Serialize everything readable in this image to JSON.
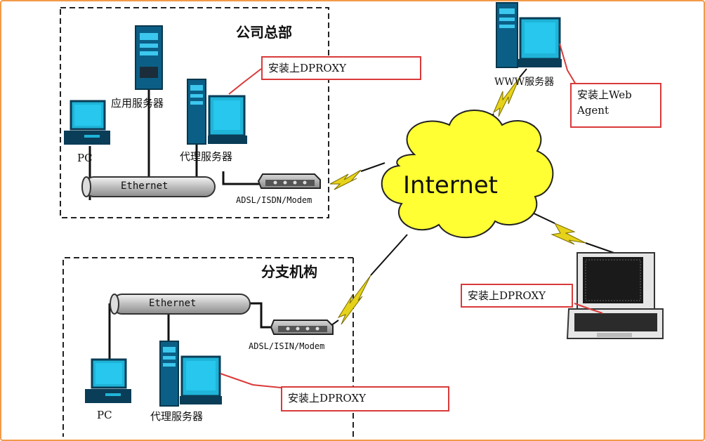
{
  "regions": {
    "hq_title": "公司总部",
    "branch_title": "分支机构"
  },
  "hq": {
    "app_server_label": "应用服务器",
    "pc_label": "PC",
    "proxy_server_label": "代理服务器",
    "ethernet_label": "Ethernet",
    "modem_label": "ADSL/ISDN/Modem",
    "note": "安装上DPROXY"
  },
  "branch": {
    "ethernet_label": "Ethernet",
    "modem_label": "ADSL/ISIN/Modem",
    "pc_label": "PC",
    "proxy_server_label": "代理服务器",
    "note": "安装上DPROXY"
  },
  "internet": {
    "label": "Internet"
  },
  "www": {
    "server_label": "WWW服务器",
    "note_line1": "安装上Web",
    "note_line2": "Agent"
  },
  "laptop": {
    "note": "安装上DPROXY"
  },
  "colors": {
    "frame": "#f29a4a",
    "note_border": "#d93a3a",
    "cloud": "#ffff33",
    "lightning": "#e6d21a",
    "device": "#1fb4d8"
  }
}
